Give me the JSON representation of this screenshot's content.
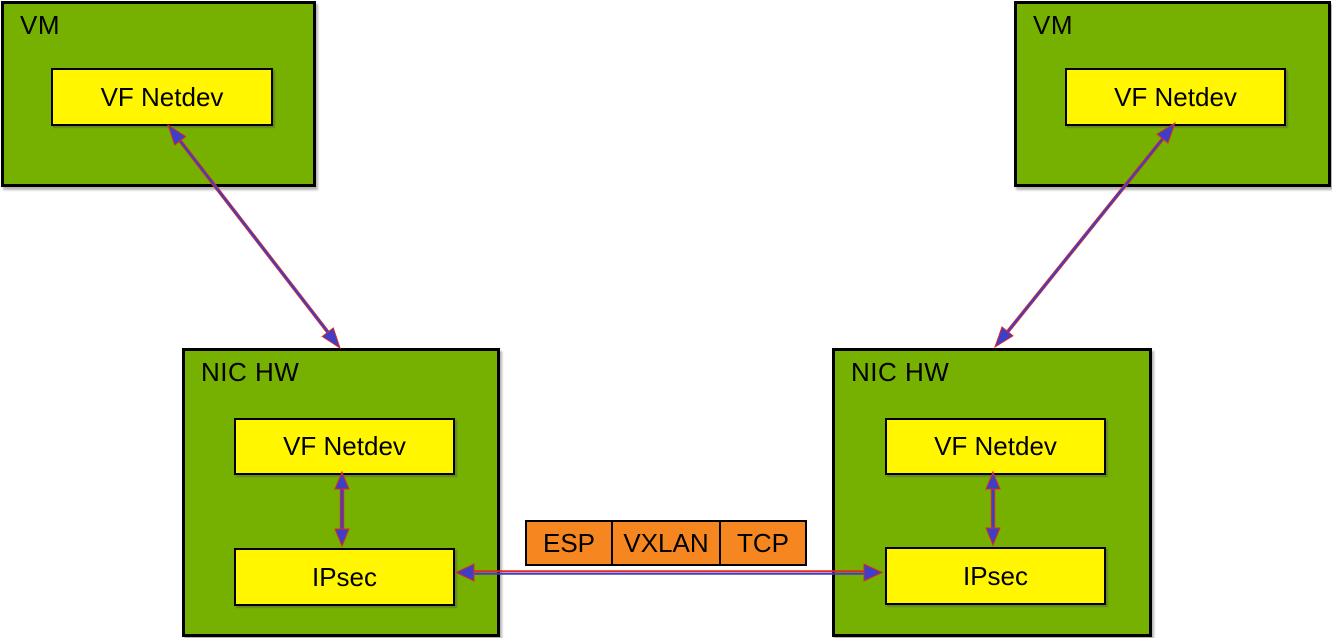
{
  "colors": {
    "box_green": "#76B000",
    "box_yellow": "#FFF600",
    "box_orange": "#F6861F",
    "arrow_blue": "#3E3EC8",
    "arrow_red": "#DF2B1E",
    "border": "#000000",
    "background": "#FFFFFF"
  },
  "vm_left": {
    "title": "VM",
    "vf_netdev": "VF Netdev"
  },
  "vm_right": {
    "title": "VM",
    "vf_netdev": "VF Netdev"
  },
  "nic_left": {
    "title": "NIC HW",
    "vf_netdev": "VF Netdev",
    "ipsec": "IPsec"
  },
  "nic_right": {
    "title": "NIC HW",
    "vf_netdev": "VF Netdev",
    "ipsec": "IPsec"
  },
  "packet_headers": {
    "esp": "ESP",
    "vxlan": "VXLAN",
    "tcp": "TCP"
  }
}
